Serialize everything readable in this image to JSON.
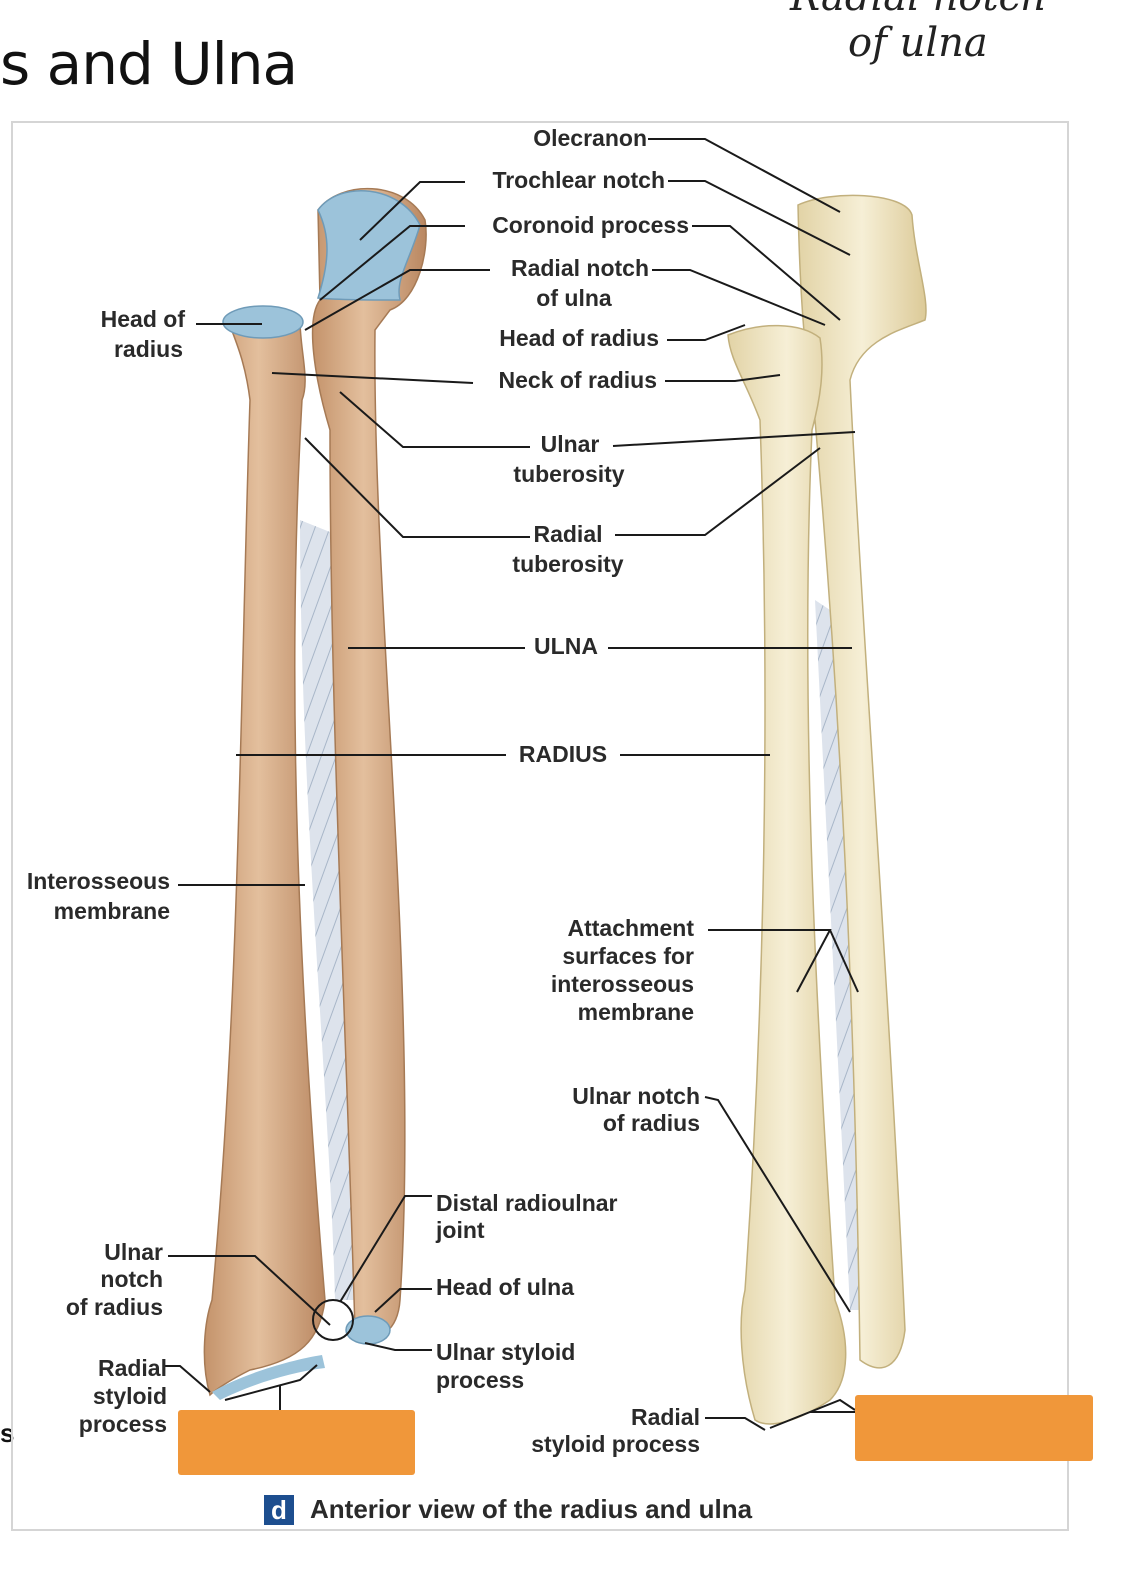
{
  "slide": {
    "title": "s and Ulna",
    "handwritten_line1": "Radial notch",
    "handwritten_line2": "of ulna",
    "edge_mark": "s"
  },
  "figure": {
    "caption_letter": "d",
    "caption_text": "Anterior view of the radius and ulna",
    "labels": {
      "olecranon": "Olecranon",
      "trochlear_notch": "Trochlear notch",
      "coronoid_process": "Coronoid process",
      "radial_notch_l1": "Radial notch",
      "radial_notch_l2": "of ulna",
      "head_of_radius_center": "Head of radius",
      "neck_of_radius": "Neck of radius",
      "ulnar_tuberosity_l1": "Ulnar",
      "ulnar_tuberosity_l2": "tuberosity",
      "radial_tuberosity_l1": "Radial",
      "radial_tuberosity_l2": "tuberosity",
      "ulna": "ULNA",
      "radius": "RADIUS",
      "head_of_radius_left_l1": "Head of",
      "head_of_radius_left_l2": "radius",
      "interosseous_membrane_l1": "Interosseous",
      "interosseous_membrane_l2": "membrane",
      "attachment_l1": "Attachment",
      "attachment_l2": "surfaces for",
      "attachment_l3": "interosseous",
      "attachment_l4": "membrane",
      "ulnar_notch_right_l1": "Ulnar notch",
      "ulnar_notch_right_l2": "of radius",
      "distal_radioulnar_l1": "Distal radioulnar",
      "distal_radioulnar_l2": "joint",
      "ulnar_notch_left_l1": "Ulnar",
      "ulnar_notch_left_l2": "notch",
      "ulnar_notch_left_l3": "of radius",
      "head_of_ulna": "Head of ulna",
      "radial_styloid_left_l1": "Radial",
      "radial_styloid_left_l2": "styloid",
      "radial_styloid_left_l3": "process",
      "ulnar_styloid_l1": "Ulnar styloid",
      "ulnar_styloid_l2": "process",
      "radial_styloid_right_l1": "Radial",
      "radial_styloid_right_l2": "styloid process"
    },
    "colors": {
      "bone_illustrated": "#d7ad88",
      "cartilage": "#9cc3da",
      "bone_photo": "#efe5c4",
      "membrane": "#c8d2e0",
      "redaction": "#f0973a",
      "caption_badge": "#1d4e8f"
    }
  }
}
